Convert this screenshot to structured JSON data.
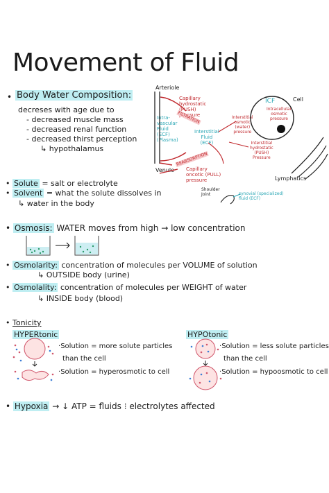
{
  "title": "Movement of Fluid",
  "body_water": {
    "heading": "Body Water Composition:",
    "intro": "decreses with age due to",
    "items": [
      "- decreased muscle mass",
      "- decreased renal function",
      "- decreased thirst perception"
    ],
    "sub": "↳ hypothalamus"
  },
  "solute": {
    "solute_label": "Solute",
    "solute_text": "= salt or electrolyte",
    "solvent_label": "Solvent",
    "solvent_text": "= what the solute dissolves in",
    "solvent_sub": "↳ water in the body"
  },
  "osmosis": {
    "label": "Osmosis:",
    "text": "WATER moves from high → low concentration"
  },
  "osmolarity": {
    "label": "Osmolarity:",
    "text": "concentration of molecules per VOLUME of solution",
    "sub": "↳ OUTSIDE body (urine)"
  },
  "osmolality": {
    "label": "Osmolality:",
    "text": "concentration of molecules per WEIGHT of water",
    "sub": "↳ INSIDE body (blood)"
  },
  "tonicity": {
    "label": "Tonicity",
    "hyper": {
      "label": "HYPERtonic",
      "line1a": "Solution = more solute particles",
      "line1b": "than the cell",
      "line2": "Solution = hyperosmotic to cell"
    },
    "hypo": {
      "label": "HYPOtonic",
      "line1a": "Solution = less solute particles",
      "line1b": "than the cell",
      "line2": "Solution = hypoosmotic to cell"
    }
  },
  "hypoxia": {
    "label": "Hypoxia",
    "text": "→ ↓ ATP = fluids ⁝ electrolytes affected"
  },
  "diagram": {
    "arteriole": "Arteriole",
    "venule": "Venule",
    "cap_hydro": [
      "Capillary",
      "hydrostatic",
      "(PUSH)",
      "pressure"
    ],
    "filtration": "FILTRATION",
    "reabsorption": "REABSORPTION",
    "intravascular": [
      "Intra-",
      "vascular",
      "Fluid",
      "(ECF)",
      "(Plasma)"
    ],
    "interstitial_fluid": [
      "Interstitial",
      "Fluid",
      "(ECF)"
    ],
    "cap_oncotic": [
      "Capillary",
      "oncotic (PULL)",
      "pressure"
    ],
    "icf": "ICF",
    "cell": "Cell",
    "intracellular_osm": [
      "Intracellular",
      "osmotic",
      "pressure"
    ],
    "interstitial_osm": [
      "Interstitial",
      "osmotic",
      "(water)",
      "pressure"
    ],
    "interstitial_hydro": [
      "Interstitial",
      "hydrostatic",
      "(PUSH)",
      "Pressure"
    ],
    "lymphatics": "Lymphatics",
    "shoulder": [
      "Shoulder",
      "Joint"
    ],
    "synovial": [
      "synovial (specialized)",
      "fluid (ECF)"
    ]
  }
}
